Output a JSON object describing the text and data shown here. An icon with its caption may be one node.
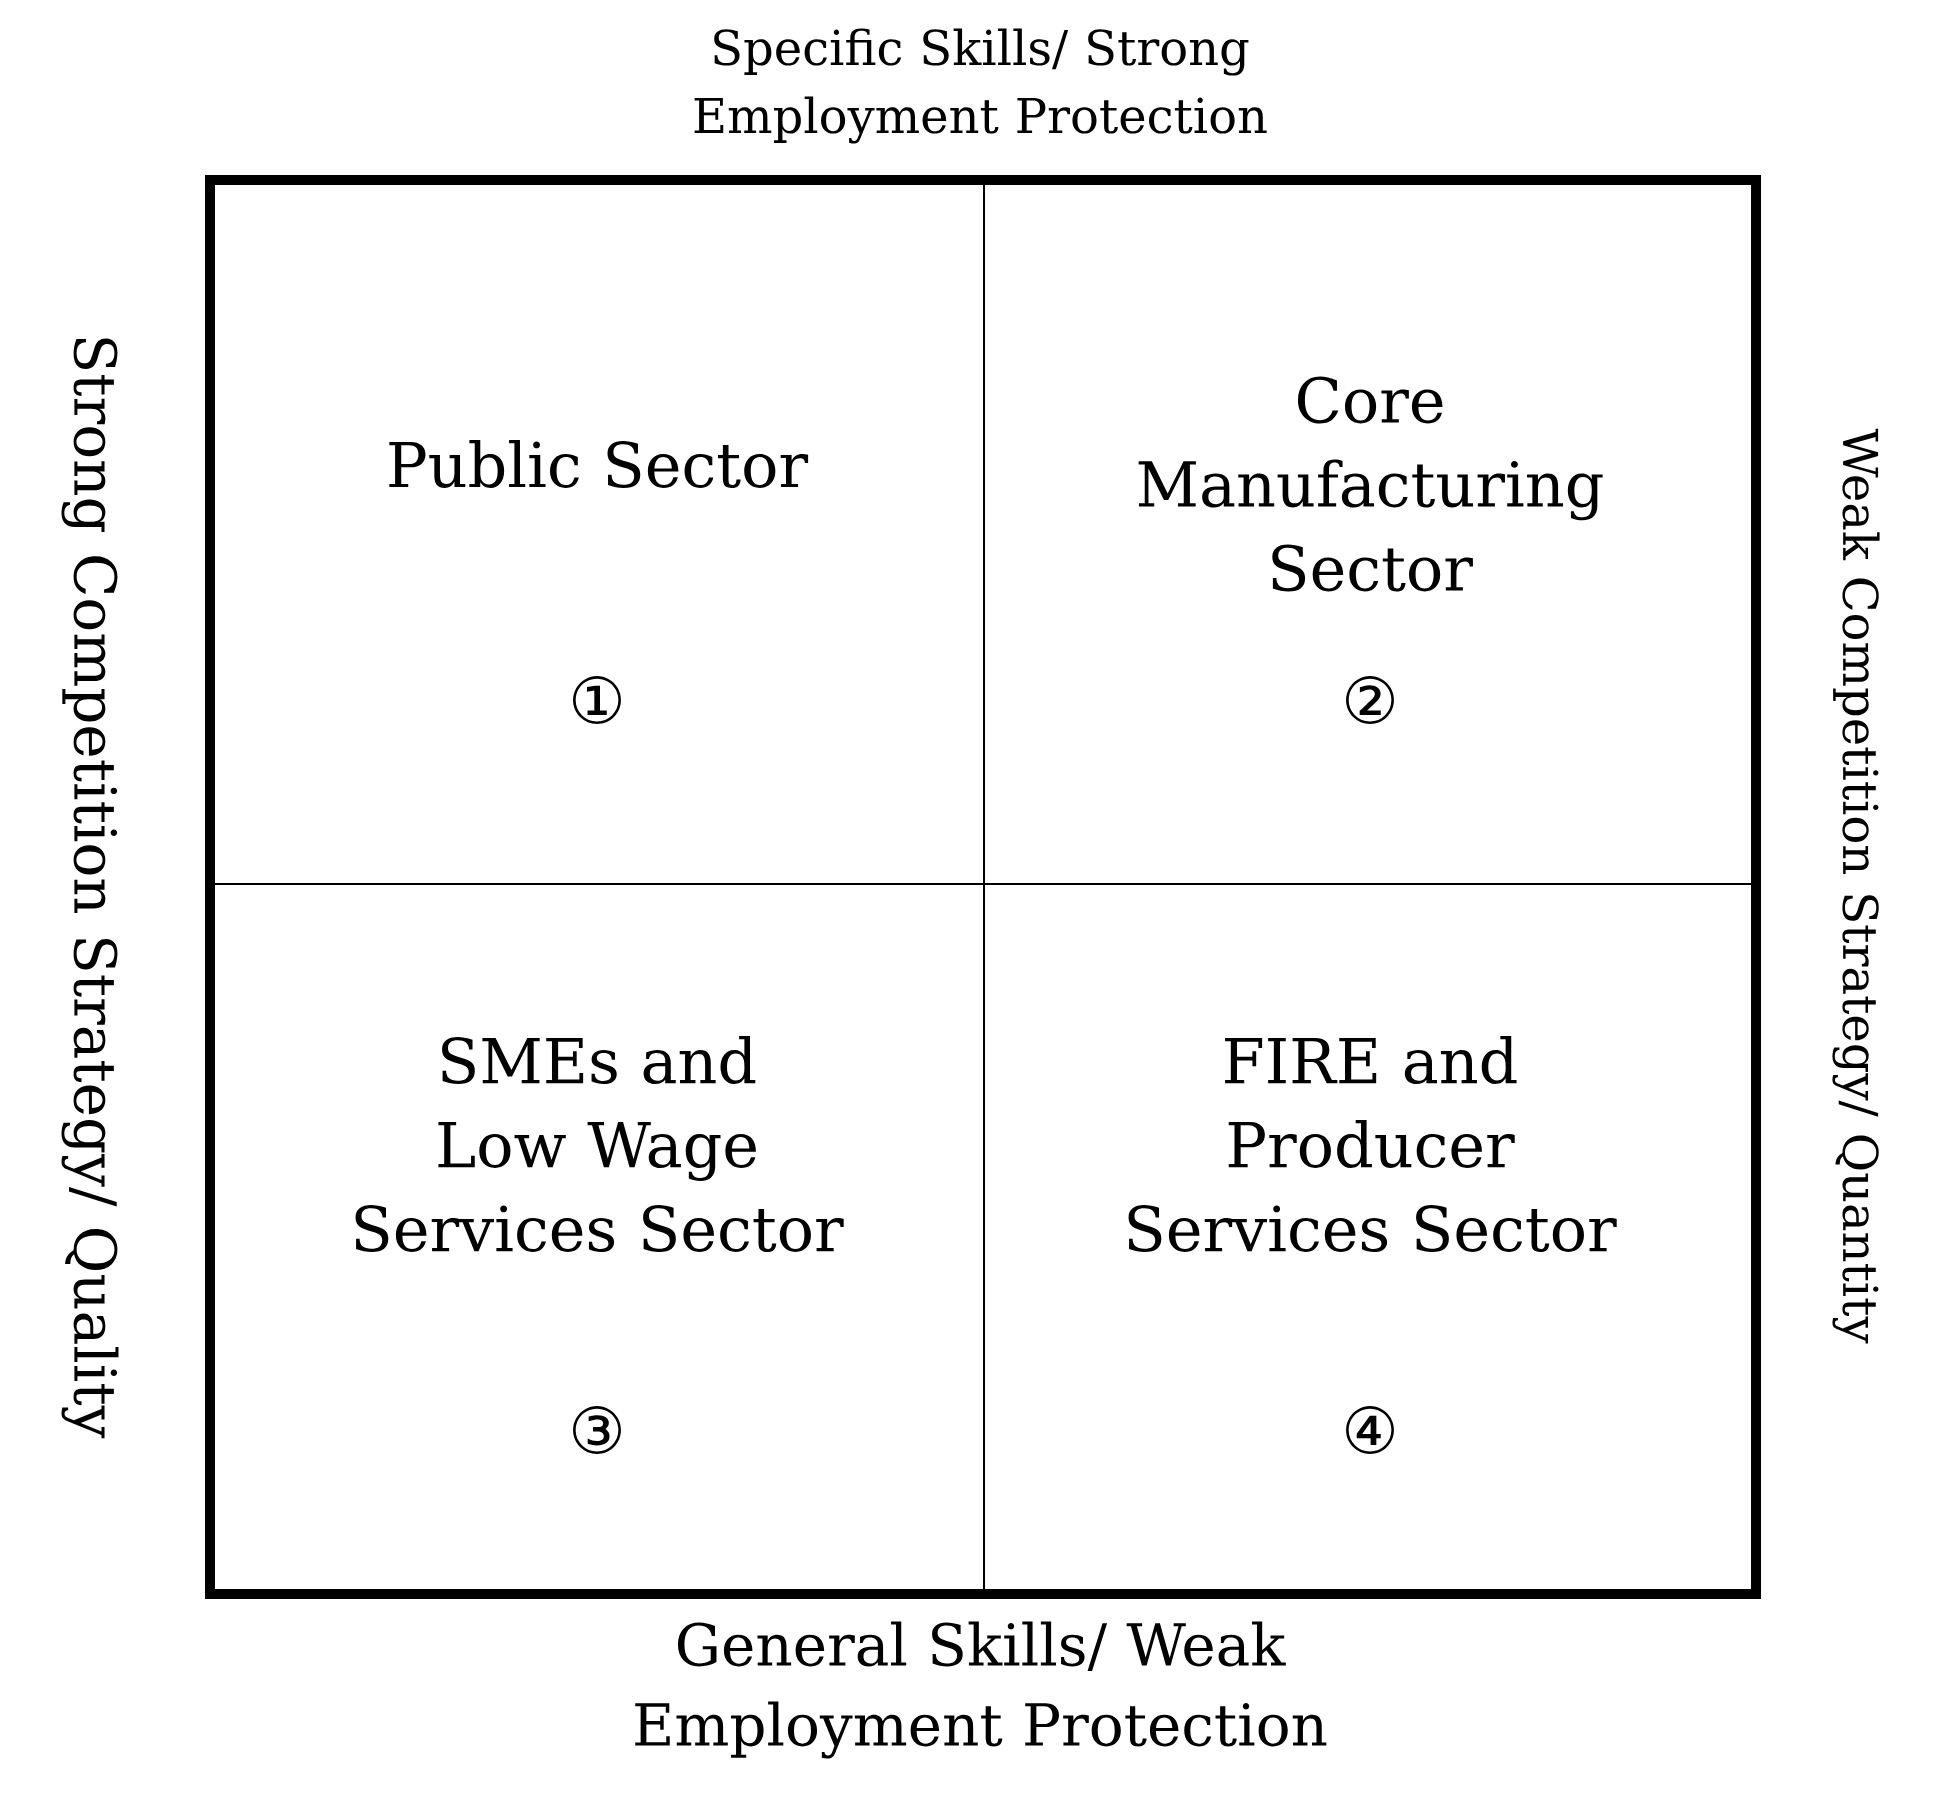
{
  "diagram": {
    "nodes": [
      {
        "text": [
          "Public Sector",
          "①"
        ]
      },
      {
        "text": [
          "Core Manufacturing Sector",
          "②"
        ]
      },
      {
        "text": [
          "SMEs and Low Wage Services Sector",
          "③"
        ]
      },
      {
        "text": [
          "FIRE and Producer Services Sector",
          "④"
        ]
      }
    ],
    "labels": [
      "Specific Skills/ Strong Employment Protection",
      "Strong Competition Strategy/ Quality",
      "Weak Competition Strategy/ Quantity",
      "General Skills/ Weak Employment Protection"
    ]
  }
}
